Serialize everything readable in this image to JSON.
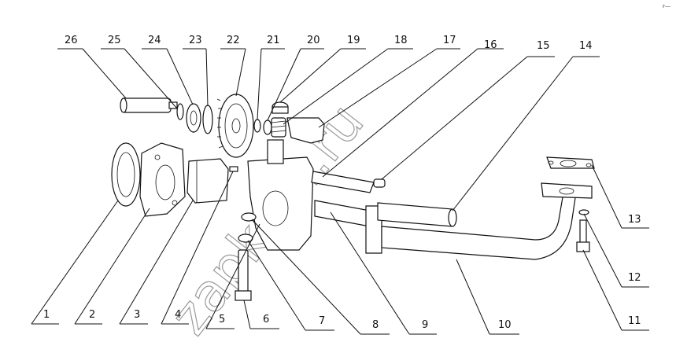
{
  "diagram": {
    "callouts": [
      "1",
      "2",
      "3",
      "4",
      "5",
      "6",
      "7",
      "8",
      "9",
      "10",
      "11",
      "12",
      "13",
      "14",
      "15",
      "16",
      "17",
      "18",
      "19",
      "20",
      "21",
      "22",
      "23",
      "24",
      "25",
      "26"
    ],
    "watermark": "zapkam.ru",
    "corner_mark": "r—"
  }
}
